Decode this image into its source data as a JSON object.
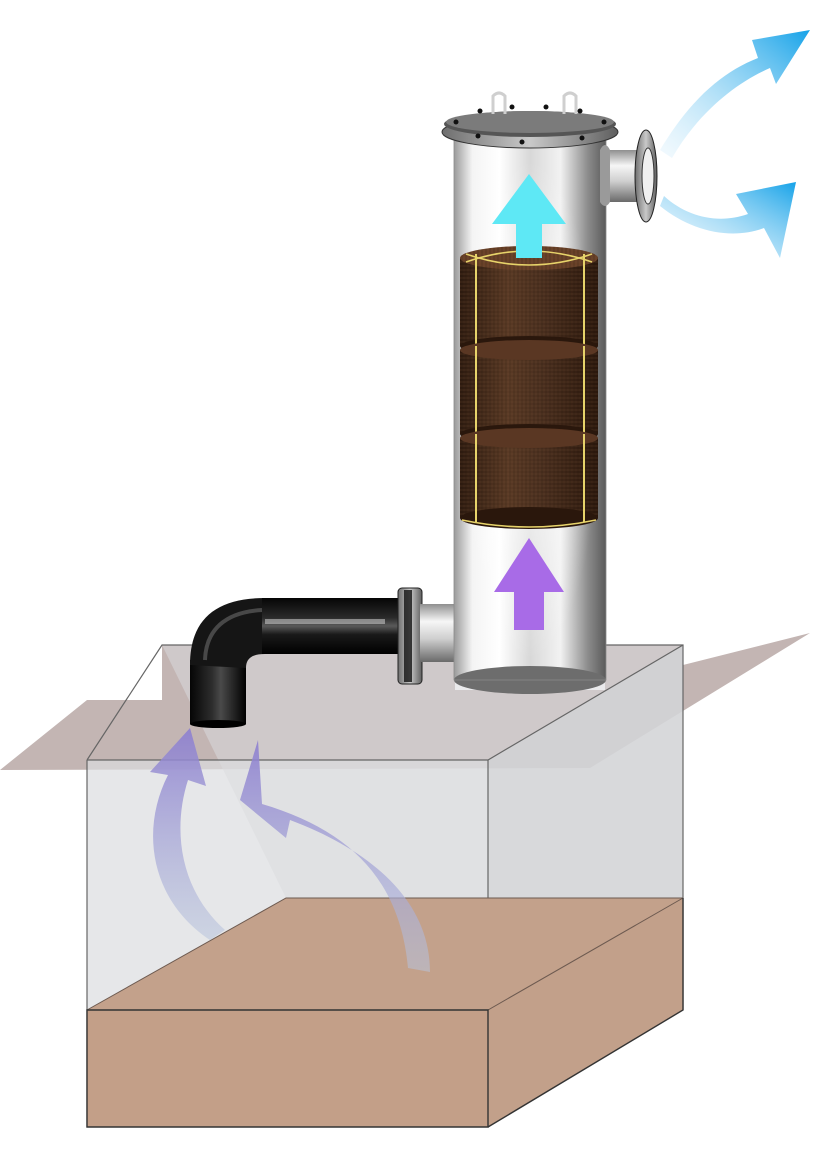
{
  "diagram": {
    "labels": [],
    "components": [
      "ground-slab",
      "transparent-tank",
      "tank-contents",
      "elbow-inlet-pipe",
      "filter-column",
      "filter-cartridge-stack",
      "outlet-nozzle",
      "lid-flange"
    ],
    "cartridge_count": 3,
    "colors": {
      "slab": "#c3b5b3",
      "tank_glass": "#dcdde0",
      "contents_top": "#c3a18b",
      "contents_front": "#c39f88",
      "pipe": "#111111",
      "steel": "#c9c9c9",
      "cartridge": "#4a2f1f",
      "cartridge_band": "#e7d36a",
      "arrow_inlet": "#a86be7",
      "arrow_internal_up": "#5ee8f5",
      "arrow_outlet": "#2aaae8",
      "arrow_rising_vapor": "#9a8ad3"
    },
    "icons": {
      "up_arrow_bottom": "up-arrow-icon",
      "up_arrow_top": "up-arrow-icon",
      "outlet_arrows": "curved-arrow-icon",
      "vapor_arrows": "curved-arrow-icon"
    }
  }
}
